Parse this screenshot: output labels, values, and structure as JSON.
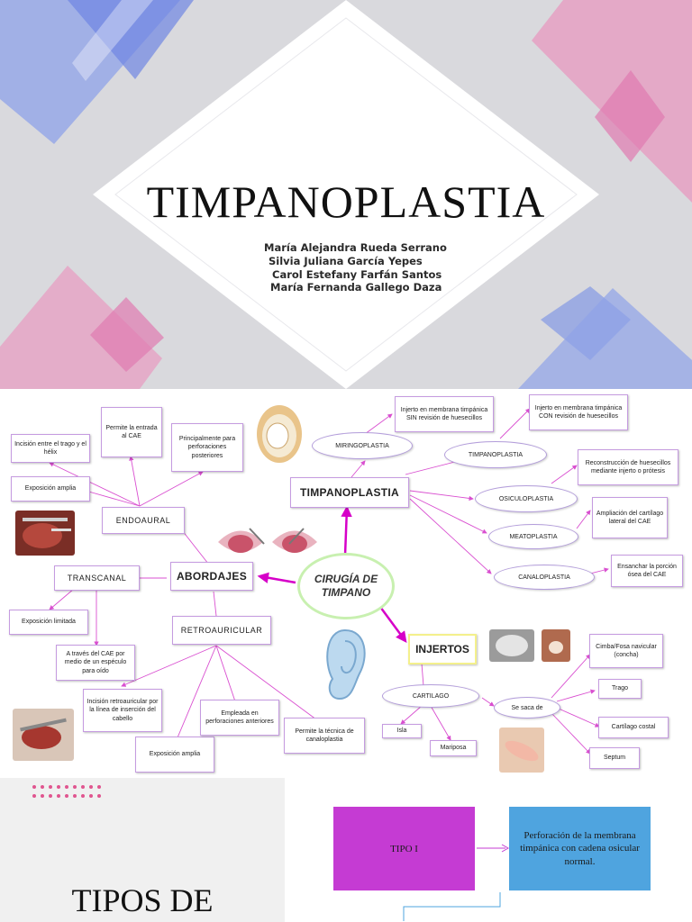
{
  "slide1": {
    "title": "TIMPANOPLASTIA",
    "authors": [
      "María Alejandra Rueda Serrano",
      "Silvia Juliana García Yepes",
      "Carol Estefany Farfán Santos",
      "María Fernanda Gallego Daza"
    ],
    "colors": {
      "blue": "#7b93e6",
      "pink": "#e28db6",
      "background": "#d9d9dd"
    }
  },
  "mindmap": {
    "center": "CIRUGÍA DE TIMPANO",
    "timpanoplastia": {
      "label": "TIMPANOPLASTIA",
      "types": {
        "miringoplastia": {
          "label": "MIRINGOPLASTIA",
          "note": "Injerto en membrana timpánica SIN revisión de huesecillos"
        },
        "timpanoplastia": {
          "label": "TIMPANOPLASTIA",
          "note": "Injerto en membrana timpánica CON revisión de huesecillos"
        },
        "osiculoplastia": {
          "label": "OSICULOPLASTIA",
          "note": "Reconstrucción de huesecillos mediante injerto o prótesis"
        },
        "meatoplastia": {
          "label": "MEATOPLASTIA",
          "note": "Ampliación del cartílago lateral del CAE"
        },
        "canaloplastia": {
          "label": "CANALOPLASTIA",
          "note": "Ensanchar la porción ósea del CAE"
        }
      }
    },
    "abordajes": {
      "label": "ABORDAJES",
      "endoaural": {
        "label": "ENDOAURAL",
        "notes": [
          "Incisión entre el trago y el hélix",
          "Exposición amplia",
          "Permite la entrada al CAE",
          "Principalmente para perforaciones posteriores"
        ]
      },
      "transcanal": {
        "label": "TRANSCANAL",
        "notes": [
          "Exposición limitada",
          "A través del CAE por medio de un espéculo para oído"
        ]
      },
      "retroauricular": {
        "label": "RETROAURICULAR",
        "notes": [
          "Incisión retroauricular por la línea de inserción del cabello",
          "Exposición amplia",
          "Empleada en perforaciones anteriores",
          "Permite la técnica de canaloplastia"
        ]
      }
    },
    "injertos": {
      "label": "INJERTOS",
      "cartilago": {
        "label": "CARTILAGO",
        "shapes": [
          "Isla",
          "Mariposa"
        ]
      },
      "source": {
        "label": "Se saca de",
        "items": [
          "Cimba/Fosa navicular (concha)",
          "Trago",
          "Cartílago costal",
          "Septum"
        ]
      }
    },
    "colors": {
      "box_border": "#c59be0",
      "line": "#d94fd0",
      "arrow": "#d600c8",
      "center_border": "#c8f0b0",
      "injertos_border": "#f4f08c"
    }
  },
  "slide3": {
    "title": "TIPOS DE",
    "tipo_label": "TIPO I",
    "tipo_desc": "Perforación de la membrana timpánica con cadena osicular normal.",
    "colors": {
      "tipo_box": "#c53bd3",
      "desc_box": "#4fa4df",
      "dots": "#e0558f"
    }
  }
}
